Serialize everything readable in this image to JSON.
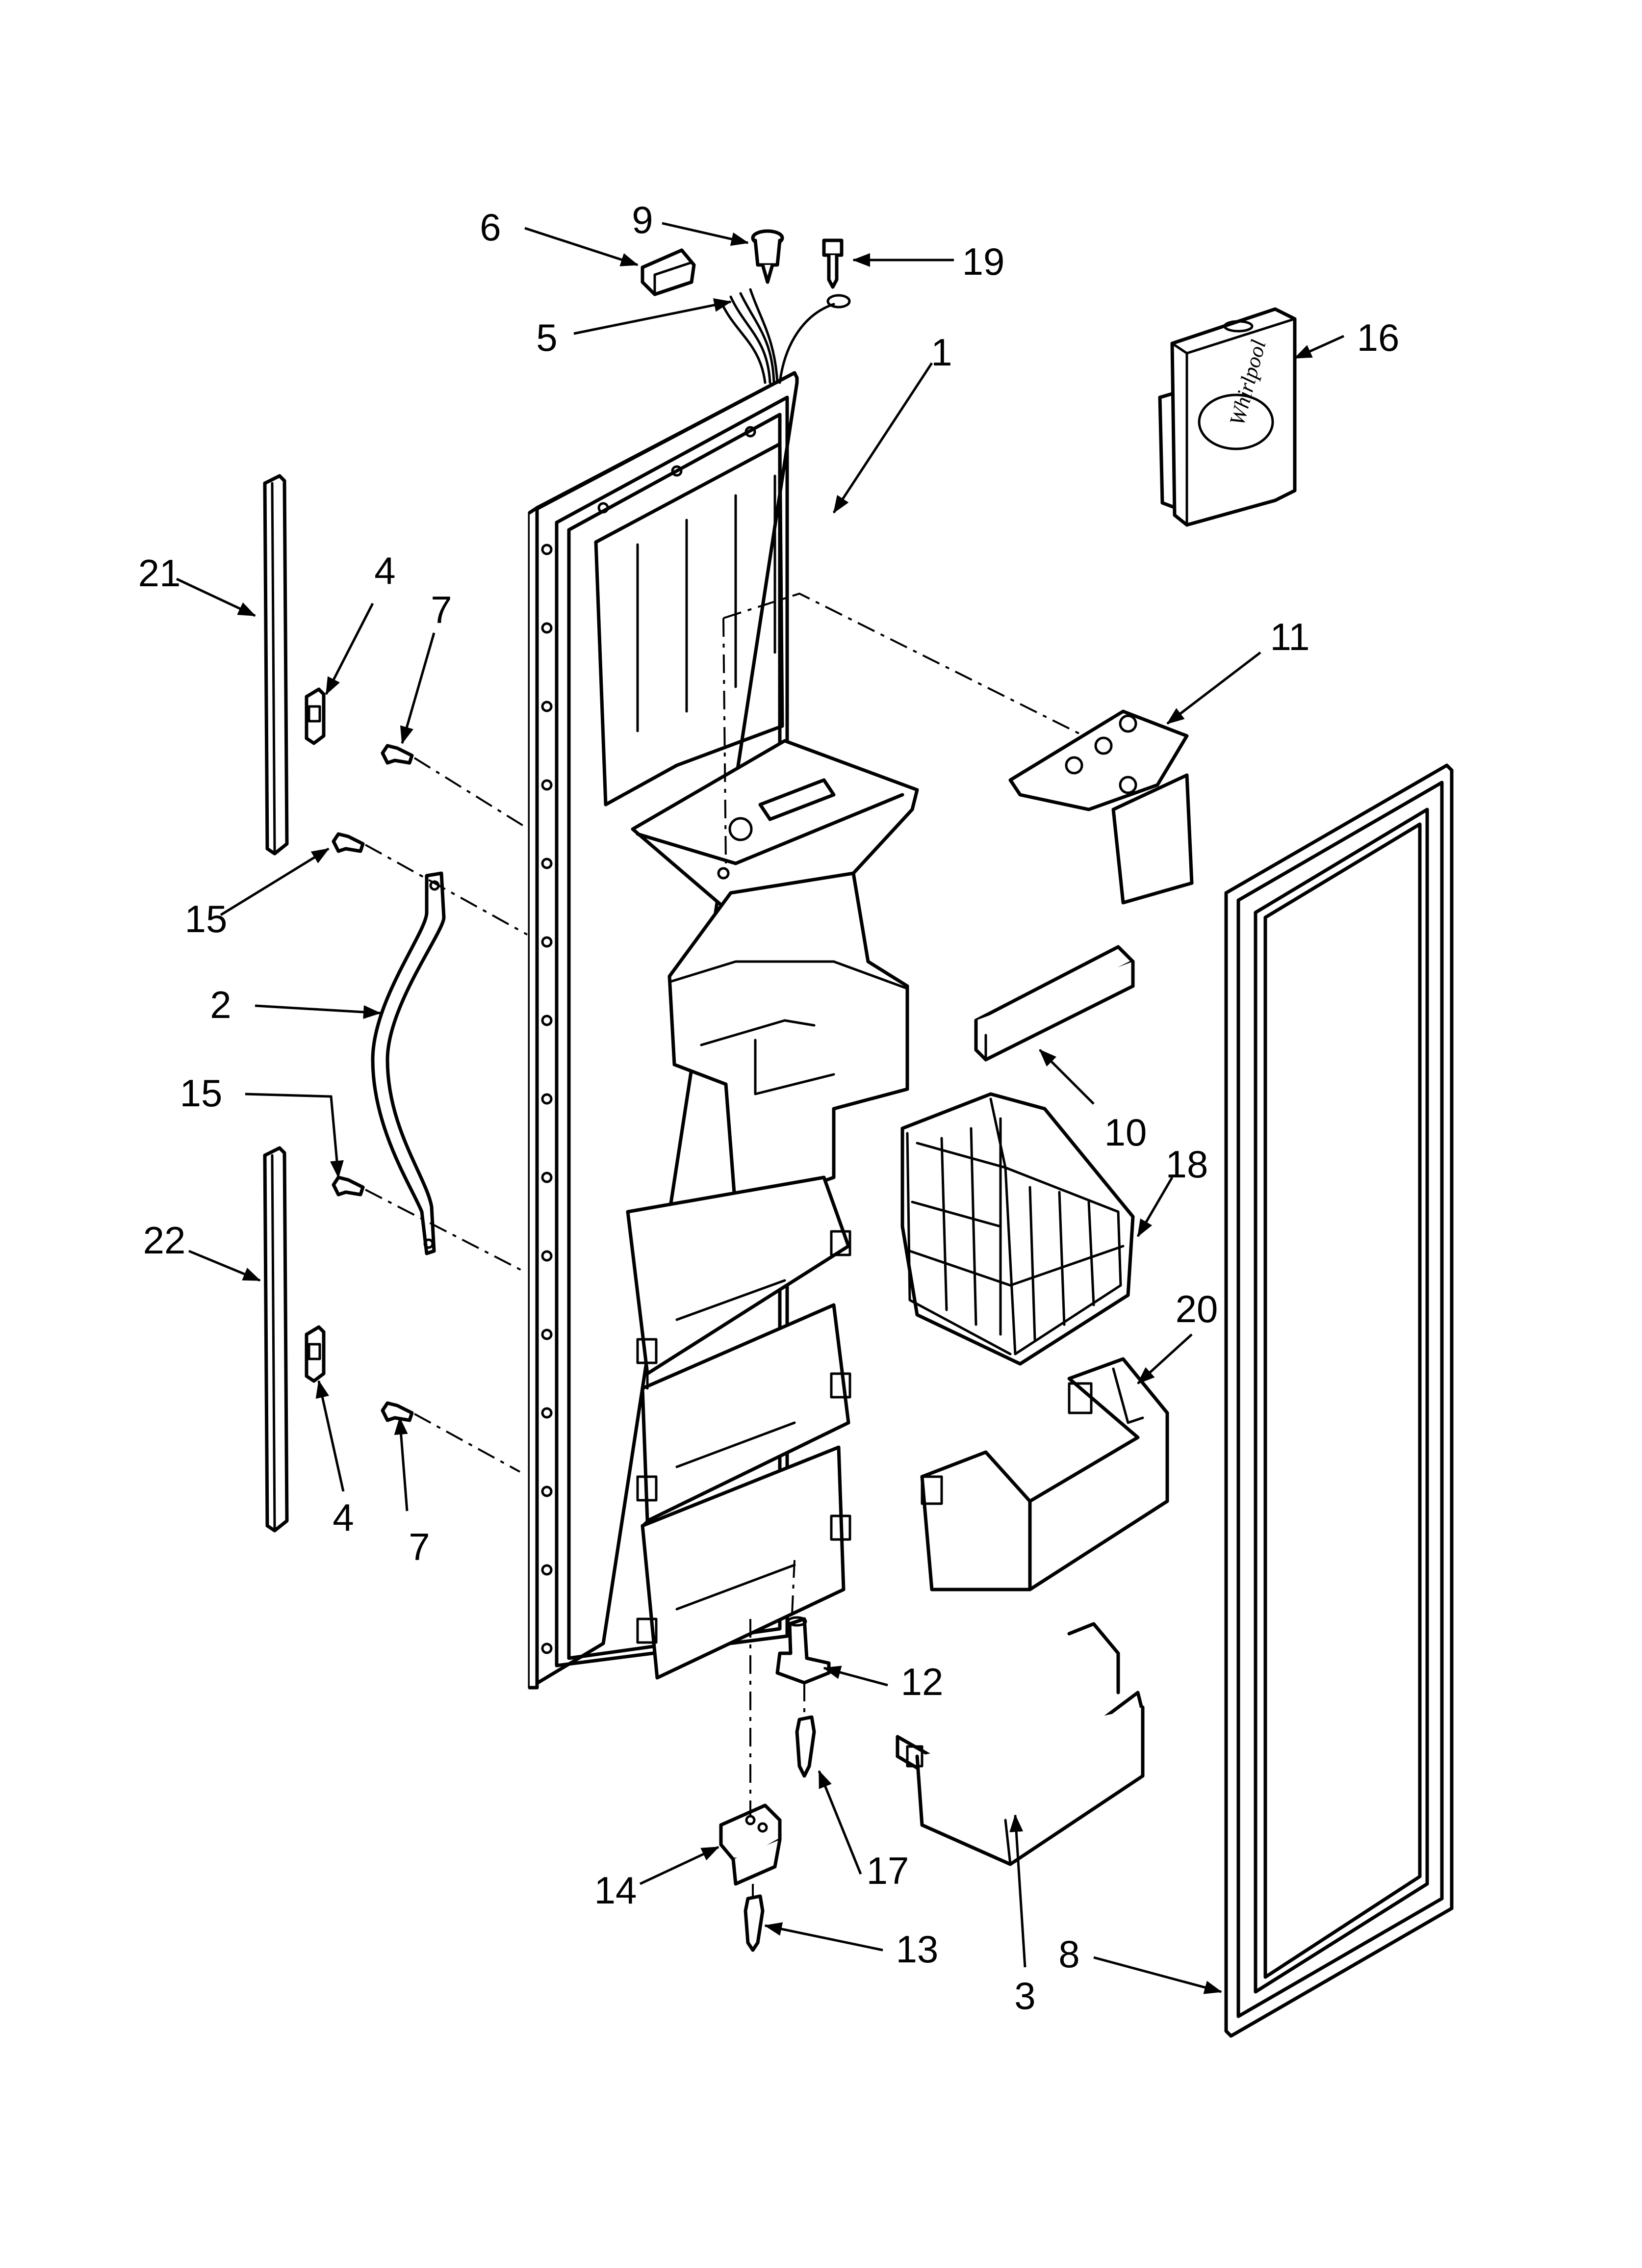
{
  "callouts": [
    {
      "id": "c1",
      "label": "1"
    },
    {
      "id": "c2",
      "label": "2"
    },
    {
      "id": "c3",
      "label": "3"
    },
    {
      "id": "c4a",
      "label": "4"
    },
    {
      "id": "c4b",
      "label": "4"
    },
    {
      "id": "c5",
      "label": "5"
    },
    {
      "id": "c6",
      "label": "6"
    },
    {
      "id": "c7a",
      "label": "7"
    },
    {
      "id": "c7b",
      "label": "7"
    },
    {
      "id": "c8",
      "label": "8"
    },
    {
      "id": "c9",
      "label": "9"
    },
    {
      "id": "c10",
      "label": "10"
    },
    {
      "id": "c11",
      "label": "11"
    },
    {
      "id": "c12",
      "label": "12"
    },
    {
      "id": "c13",
      "label": "13"
    },
    {
      "id": "c14",
      "label": "14"
    },
    {
      "id": "c15a",
      "label": "15"
    },
    {
      "id": "c15b",
      "label": "15"
    },
    {
      "id": "c16",
      "label": "16"
    },
    {
      "id": "c17",
      "label": "17"
    },
    {
      "id": "c18",
      "label": "18"
    },
    {
      "id": "c19",
      "label": "19"
    },
    {
      "id": "c20",
      "label": "20"
    },
    {
      "id": "c21",
      "label": "21"
    },
    {
      "id": "c22",
      "label": "22"
    }
  ],
  "filter_logo_text": "Whirlpool"
}
